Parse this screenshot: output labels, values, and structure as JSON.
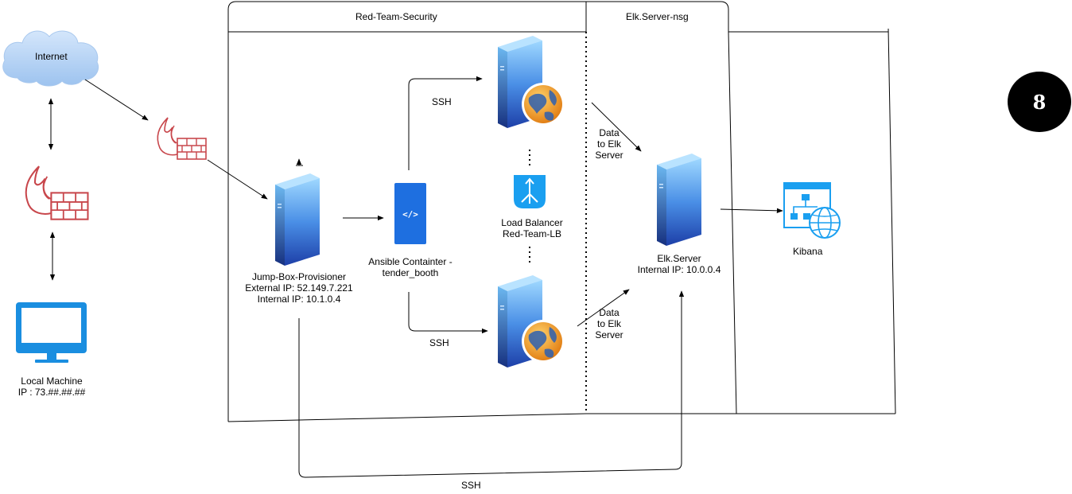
{
  "groups": {
    "red_team": "Red-Team-Security",
    "elk_nsg": "Elk.Server-nsg"
  },
  "nodes": {
    "internet": "Internet",
    "local_machine": [
      "Local Machine",
      "IP : 73.##.##.##"
    ],
    "jump_box": [
      "Jump-Box-Provisioner",
      "External IP: 52.149.7.221",
      "Internal IP:  10.1.0.4"
    ],
    "ansible": [
      "Ansible Containter -",
      "tender_booth"
    ],
    "load_balancer": [
      "Load Balancer",
      "Red-Team-LB"
    ],
    "elk_server": [
      "Elk.Server",
      "Internal IP:  10.0.0.4"
    ],
    "kibana": "Kibana"
  },
  "edges": {
    "ssh_top": "SSH",
    "ssh_bottom": "SSH",
    "ssh_jump_elk": "SSH",
    "data_top": [
      "Data",
      "to Elk",
      "Server"
    ],
    "data_bottom": [
      "Data",
      "to Elk",
      "Server"
    ]
  },
  "badge": "8",
  "colors": {
    "server_light": "#7ec8f5",
    "server_dark": "#1f4fb8",
    "firewall": "#c8474c",
    "ansible_blue": "#1e6fe0",
    "azure_blue": "#1a9ff0",
    "cloud": "#b8d4f5",
    "monitor": "#1a8ee0",
    "globe": "#f5a623"
  },
  "icons": [
    "cloud-icon",
    "firewall-icon",
    "monitor-icon",
    "server-icon",
    "web-server-icon",
    "ansible-icon",
    "load-balancer-icon",
    "kibana-icon"
  ]
}
